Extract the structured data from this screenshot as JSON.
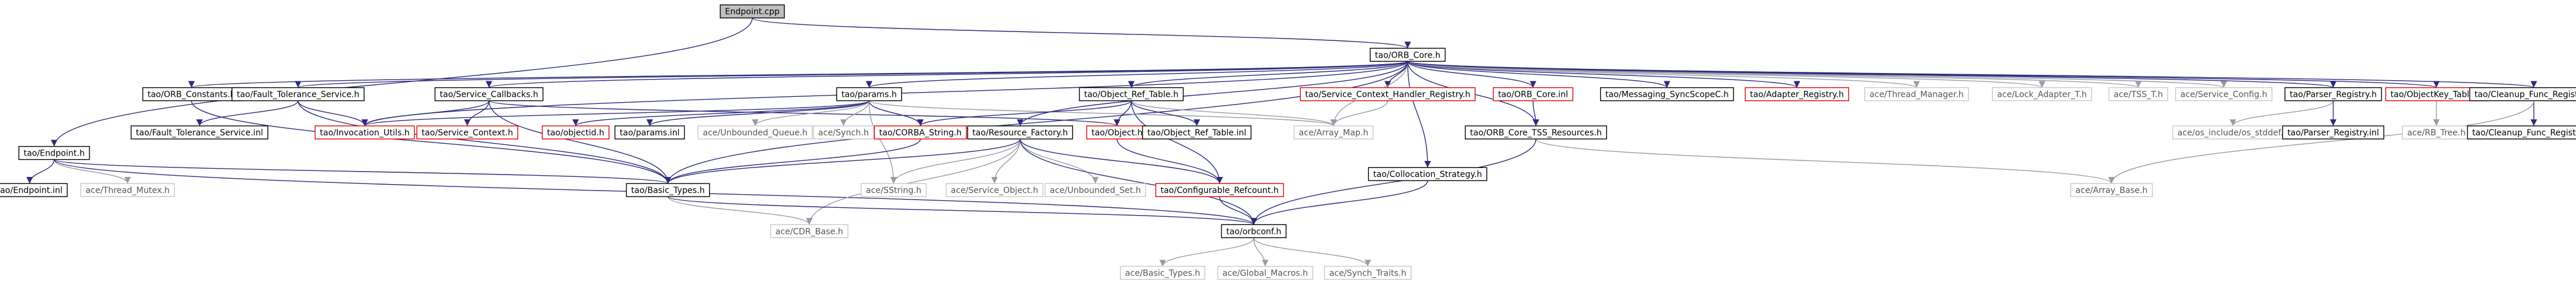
{
  "nodes": [
    {
      "id": "endpoint_cpp",
      "label": "Endpoint.cpp",
      "style": "root"
    },
    {
      "id": "orb_core_h",
      "label": "tao/ORB_Core.h",
      "style": "normal"
    },
    {
      "id": "orb_constants_h",
      "label": "tao/ORB_Constants.h",
      "style": "normal"
    },
    {
      "id": "fault_tol_h",
      "label": "tao/Fault_Tolerance_Service.h",
      "style": "normal"
    },
    {
      "id": "service_cb_h",
      "label": "tao/Service_Callbacks.h",
      "style": "normal"
    },
    {
      "id": "params_h",
      "label": "tao/params.h",
      "style": "normal"
    },
    {
      "id": "objref_table_h",
      "label": "tao/Object_Ref_Table.h",
      "style": "normal"
    },
    {
      "id": "svc_ctx_handler_h",
      "label": "tao/Service_Context_Handler_Registry.h",
      "style": "red"
    },
    {
      "id": "orb_core_inl",
      "label": "tao/ORB_Core.inl",
      "style": "red"
    },
    {
      "id": "msg_sync_h",
      "label": "tao/Messaging_SyncScopeC.h",
      "style": "normal"
    },
    {
      "id": "adapter_reg_h",
      "label": "tao/Adapter_Registry.h",
      "style": "red"
    },
    {
      "id": "thread_mgr_h",
      "label": "ace/Thread_Manager.h",
      "style": "gray"
    },
    {
      "id": "lock_adapter_h",
      "label": "ace/Lock_Adapter_T.h",
      "style": "gray"
    },
    {
      "id": "tss_t_h",
      "label": "ace/TSS_T.h",
      "style": "gray"
    },
    {
      "id": "service_config_h",
      "label": "ace/Service_Config.h",
      "style": "gray"
    },
    {
      "id": "parser_reg_h",
      "label": "tao/Parser_Registry.h",
      "style": "normal"
    },
    {
      "id": "objectkey_table_h",
      "label": "tao/ObjectKey_Table.h",
      "style": "red"
    },
    {
      "id": "cleanup_reg_h",
      "label": "tao/Cleanup_Func_Registry.h",
      "style": "normal"
    },
    {
      "id": "endpoint_h",
      "label": "tao/Endpoint.h",
      "style": "normal"
    },
    {
      "id": "fault_tol_inl",
      "label": "tao/Fault_Tolerance_Service.inl",
      "style": "normal"
    },
    {
      "id": "invocation_utils_h",
      "label": "tao/Invocation_Utils.h",
      "style": "red"
    },
    {
      "id": "service_context_h",
      "label": "tao/Service_Context.h",
      "style": "red"
    },
    {
      "id": "objectid_h",
      "label": "tao/objectid.h",
      "style": "red"
    },
    {
      "id": "params_inl",
      "label": "tao/params.inl",
      "style": "normal"
    },
    {
      "id": "unbounded_queue_h",
      "label": "ace/Unbounded_Queue.h",
      "style": "gray"
    },
    {
      "id": "synch_h",
      "label": "ace/Synch.h",
      "style": "gray"
    },
    {
      "id": "corba_string_h",
      "label": "tao/CORBA_String.h",
      "style": "red"
    },
    {
      "id": "resource_factory_h",
      "label": "tao/Resource_Factory.h",
      "style": "normal"
    },
    {
      "id": "object_h",
      "label": "tao/Object.h",
      "style": "red"
    },
    {
      "id": "objref_table_inl",
      "label": "tao/Object_Ref_Table.inl",
      "style": "normal"
    },
    {
      "id": "array_map_h",
      "label": "ace/Array_Map.h",
      "style": "gray"
    },
    {
      "id": "collocation_h",
      "label": "tao/Collocation_Strategy.h",
      "style": "normal"
    },
    {
      "id": "orb_core_tss_h",
      "label": "tao/ORB_Core_TSS_Resources.h",
      "style": "normal"
    },
    {
      "id": "os_stddef_h",
      "label": "ace/os_include/os_stddef.h",
      "style": "gray"
    },
    {
      "id": "parser_reg_inl",
      "label": "tao/Parser_Registry.inl",
      "style": "normal"
    },
    {
      "id": "rb_tree_h",
      "label": "ace/RB_Tree.h",
      "style": "gray"
    },
    {
      "id": "cleanup_reg_inl",
      "label": "tao/Cleanup_Func_Registry.inl",
      "style": "normal"
    },
    {
      "id": "endpoint_inl",
      "label": "tao/Endpoint.inl",
      "style": "normal"
    },
    {
      "id": "thread_mutex_h",
      "label": "ace/Thread_Mutex.h",
      "style": "gray"
    },
    {
      "id": "basic_types_h",
      "label": "tao/Basic_Types.h",
      "style": "normal"
    },
    {
      "id": "sstring_h",
      "label": "ace/SString.h",
      "style": "gray"
    },
    {
      "id": "service_object_h",
      "label": "ace/Service_Object.h",
      "style": "gray"
    },
    {
      "id": "unbounded_set_h",
      "label": "ace/Unbounded_Set.h",
      "style": "gray"
    },
    {
      "id": "configurable_refcount_h",
      "label": "tao/Configurable_Refcount.h",
      "style": "red"
    },
    {
      "id": "array_base_h",
      "label": "ace/Array_Base.h",
      "style": "gray"
    },
    {
      "id": "cdr_base_h",
      "label": "ace/CDR_Base.h",
      "style": "gray"
    },
    {
      "id": "orbconf_h",
      "label": "tao/orbconf.h",
      "style": "normal"
    },
    {
      "id": "ace_basic_types_h",
      "label": "ace/Basic_Types.h",
      "style": "gray"
    },
    {
      "id": "global_macros_h",
      "label": "ace/Global_Macros.h",
      "style": "gray"
    },
    {
      "id": "synch_traits_h",
      "label": "ace/Synch_Traits.h",
      "style": "gray"
    }
  ],
  "edges": [
    [
      "endpoint_cpp",
      "orb_core_h"
    ],
    [
      "endpoint_cpp",
      "endpoint_h"
    ],
    [
      "orb_core_h",
      "orb_constants_h"
    ],
    [
      "orb_core_h",
      "fault_tol_h"
    ],
    [
      "orb_core_h",
      "service_cb_h"
    ],
    [
      "orb_core_h",
      "params_h"
    ],
    [
      "orb_core_h",
      "objref_table_h"
    ],
    [
      "orb_core_h",
      "svc_ctx_handler_h"
    ],
    [
      "orb_core_h",
      "orb_core_inl"
    ],
    [
      "orb_core_h",
      "msg_sync_h"
    ],
    [
      "orb_core_h",
      "adapter_reg_h"
    ],
    [
      "orb_core_h",
      "thread_mgr_h"
    ],
    [
      "orb_core_h",
      "lock_adapter_h"
    ],
    [
      "orb_core_h",
      "tss_t_h"
    ],
    [
      "orb_core_h",
      "service_config_h"
    ],
    [
      "orb_core_h",
      "parser_reg_h"
    ],
    [
      "orb_core_h",
      "objectkey_table_h"
    ],
    [
      "orb_core_h",
      "cleanup_reg_h"
    ],
    [
      "orb_core_h",
      "resource_factory_h"
    ],
    [
      "orb_core_h",
      "collocation_h"
    ],
    [
      "orb_core_h",
      "orb_core_tss_h"
    ],
    [
      "orb_core_h",
      "invocation_utils_h"
    ],
    [
      "orb_core_h",
      "array_map_h"
    ],
    [
      "orb_core_h",
      "basic_types_h"
    ],
    [
      "orb_constants_h",
      "basic_types_h"
    ],
    [
      "fault_tol_h",
      "fault_tol_inl"
    ],
    [
      "fault_tol_h",
      "basic_types_h"
    ],
    [
      "fault_tol_h",
      "invocation_utils_h"
    ],
    [
      "service_cb_h",
      "invocation_utils_h"
    ],
    [
      "service_cb_h",
      "service_context_h"
    ],
    [
      "service_cb_h",
      "basic_types_h"
    ],
    [
      "service_cb_h",
      "object_h"
    ],
    [
      "params_h",
      "objectid_h"
    ],
    [
      "params_h",
      "params_inl"
    ],
    [
      "params_h",
      "unbounded_queue_h"
    ],
    [
      "params_h",
      "synch_h"
    ],
    [
      "params_h",
      "corba_string_h"
    ],
    [
      "params_h",
      "sstring_h"
    ],
    [
      "params_h",
      "array_map_h"
    ],
    [
      "params_h",
      "invocation_utils_h"
    ],
    [
      "objref_table_h",
      "object_h"
    ],
    [
      "objref_table_h",
      "objref_table_inl"
    ],
    [
      "objref_table_h",
      "array_map_h"
    ],
    [
      "objref_table_h",
      "corba_string_h"
    ],
    [
      "objref_table_h",
      "configurable_refcount_h"
    ],
    [
      "svc_ctx_handler_h",
      "array_map_h"
    ],
    [
      "orb_core_inl",
      "orb_core_tss_h"
    ],
    [
      "parser_reg_h",
      "os_stddef_h"
    ],
    [
      "parser_reg_h",
      "parser_reg_inl"
    ],
    [
      "objectkey_table_h",
      "rb_tree_h"
    ],
    [
      "cleanup_reg_h",
      "cleanup_reg_inl"
    ],
    [
      "cleanup_reg_h",
      "array_base_h"
    ],
    [
      "endpoint_h",
      "endpoint_inl"
    ],
    [
      "endpoint_h",
      "thread_mutex_h"
    ],
    [
      "endpoint_h",
      "basic_types_h"
    ],
    [
      "endpoint_h",
      "orbconf_h"
    ],
    [
      "corba_string_h",
      "basic_types_h"
    ],
    [
      "resource_factory_h",
      "sstring_h"
    ],
    [
      "resource_factory_h",
      "service_object_h"
    ],
    [
      "resource_factory_h",
      "unbounded_set_h"
    ],
    [
      "resource_factory_h",
      "configurable_refcount_h"
    ],
    [
      "resource_factory_h",
      "basic_types_h"
    ],
    [
      "resource_factory_h",
      "cdr_base_h"
    ],
    [
      "resource_factory_h",
      "orbconf_h"
    ],
    [
      "object_h",
      "configurable_refcount_h"
    ],
    [
      "configurable_refcount_h",
      "orbconf_h"
    ],
    [
      "collocation_h",
      "orbconf_h"
    ],
    [
      "orb_core_tss_h",
      "array_base_h"
    ],
    [
      "orb_core_tss_h",
      "orbconf_h"
    ],
    [
      "basic_types_h",
      "cdr_base_h"
    ],
    [
      "basic_types_h",
      "orbconf_h"
    ],
    [
      "orbconf_h",
      "ace_basic_types_h"
    ],
    [
      "orbconf_h",
      "global_macros_h"
    ],
    [
      "orbconf_h",
      "synch_traits_h"
    ]
  ]
}
